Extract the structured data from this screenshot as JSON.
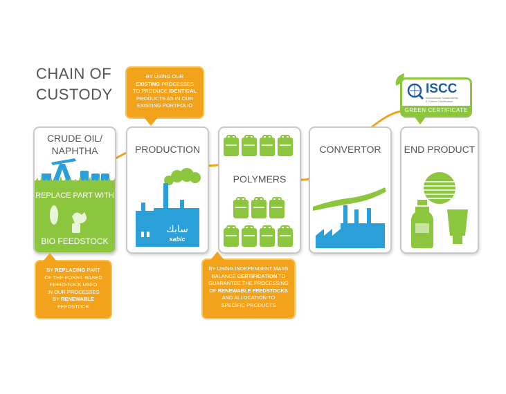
{
  "title_line1": "CHAIN OF",
  "title_line2": "CUSTODY",
  "cards": {
    "crude": {
      "label_line1": "CRUDE OIL/",
      "label_line2": "NAPHTHA",
      "replace_line1": "REPLACE PART WITH",
      "bottom": "BIO FEEDSTOCK"
    },
    "production": {
      "label": "PRODUCTION",
      "logo_arabic": "سابك",
      "logo_latin": "sabic"
    },
    "polymers": {
      "label": "POLYMERS"
    },
    "convertor": {
      "label": "CONVERTOR"
    },
    "end_product": {
      "label": "END PRODUCT"
    }
  },
  "callouts": {
    "production": {
      "l1": "BY USING OUR",
      "l2_bold": "EXISTING",
      "l2": " PROCESSES",
      "l3": "TO PRODUCE ",
      "l3_bold": "IDENTICAL",
      "l4": "PRODUCTS AS IN OUR",
      "l5": "EXISTING PORTFOLIO"
    },
    "bio": {
      "l1": "BY ",
      "l1_bold": "REPLACING",
      "l1b": " PART",
      "l2": "OF THE FOSSIL BASED",
      "l3": "FEEDSTOCK USED",
      "l4": "IN OUR PROCESSES",
      "l5": "BY ",
      "l5_bold": "RENEWABLE",
      "l6": "FEEDSTOCK"
    },
    "mass": {
      "l1": "BY USING INDEPENDENT MASS",
      "l2": "BALANCE ",
      "l2_bold": "CERTIFICATION",
      "l2b": " TO",
      "l3": "GUARANTEE THE PROCESSING",
      "l4": "OF ",
      "l4_bold": "RENEWABLE FEEDSTOCKS",
      "l5": "AND ALLOCATION TO",
      "l6": "SPECIFIC PRODUCTS"
    }
  },
  "iscc": {
    "name": "ISCC",
    "small1": "International Sustainability",
    "small2": "& Carbon Certification",
    "green": "GREEN CERTIFICATE"
  },
  "colors": {
    "green": "#8cc63f",
    "orange": "#f2a31b",
    "blue": "#2a9fd8",
    "gray_border": "#c9c9c9"
  }
}
